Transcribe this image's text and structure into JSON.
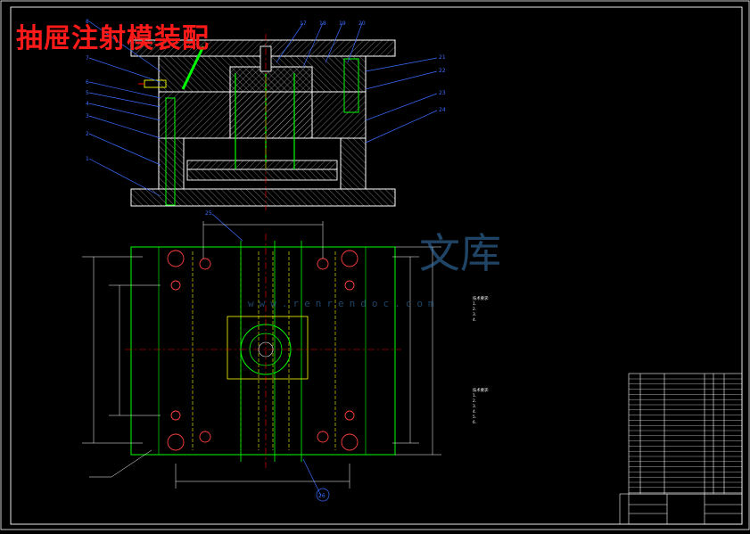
{
  "title": "抽屉注射模装配",
  "watermark": {
    "text": "文库",
    "url": "www.renrendoc.com"
  },
  "callouts_left": [
    "8",
    "7",
    "6",
    "5",
    "4",
    "3",
    "2",
    "1"
  ],
  "callouts_top": [
    "17",
    "18",
    "19",
    "20"
  ],
  "callouts_right": [
    "21",
    "22",
    "23",
    "24"
  ],
  "callout_plan_top": "25",
  "callout_plan_bottom": "26",
  "tech_notes_1": {
    "heading": "技术要求:",
    "lines": [
      "1.",
      "2.",
      "3.",
      "4."
    ]
  },
  "tech_notes_2": {
    "heading": "技术要求:",
    "lines": [
      "1.",
      "2.",
      "3.",
      "4.",
      "5.",
      "6."
    ]
  },
  "colors": {
    "background": "#000000",
    "outline": "#ffffff",
    "component": "#00ff00",
    "centerline": "#ff0000",
    "callout": "#3a6cff",
    "hatch": "#cfcfcf",
    "screw": "#ffff00",
    "title": "#ff1a1a"
  }
}
